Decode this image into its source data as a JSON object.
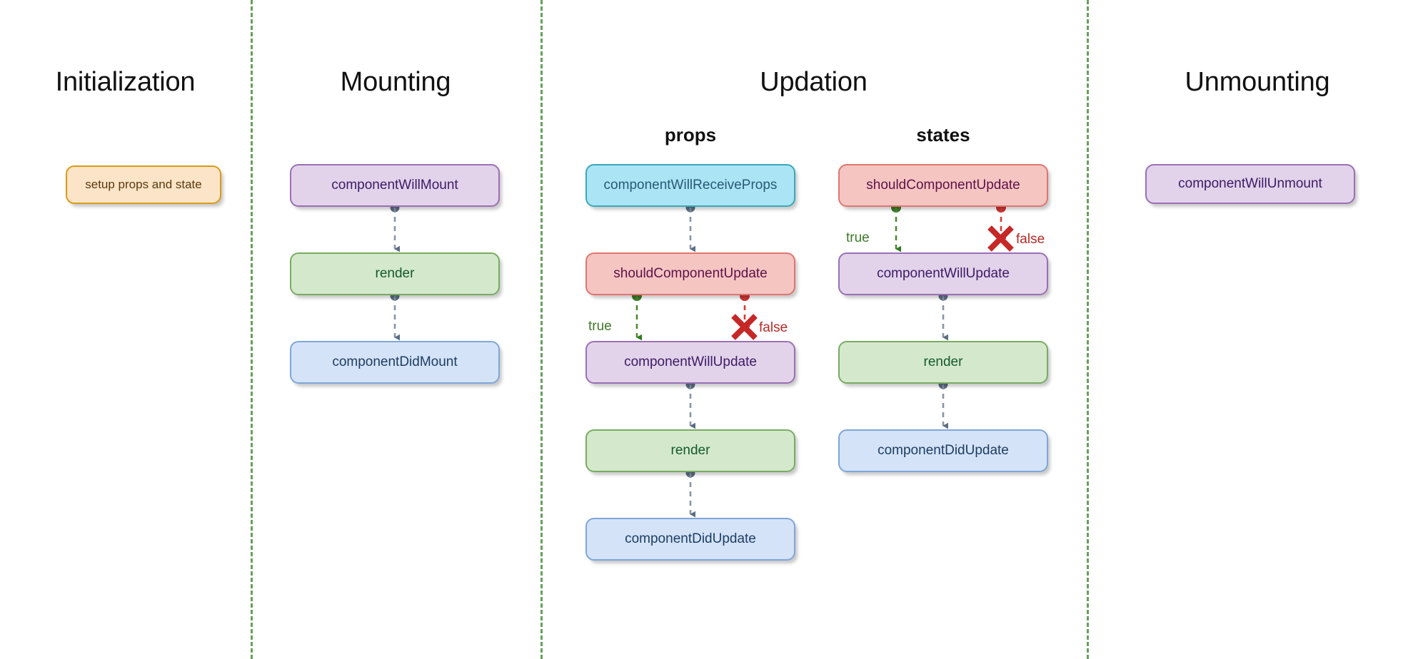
{
  "diagram": {
    "title_semantics": "react-component-lifecycle",
    "background": "#ffffff",
    "divider_color": "#5a9a4e"
  },
  "phases": [
    {
      "id": "initialization",
      "label": "Initialization"
    },
    {
      "id": "mounting",
      "label": "Mounting"
    },
    {
      "id": "updation",
      "label": "Updation"
    },
    {
      "id": "unmounting",
      "label": "Unmounting"
    }
  ],
  "subtitles": [
    {
      "id": "props",
      "label": "props"
    },
    {
      "id": "states",
      "label": "states"
    }
  ],
  "nodes": {
    "init_setup": {
      "label": "setup props and state",
      "color": "#fbe4c8"
    },
    "mount_will": {
      "label": "componentWillMount",
      "color": "#e2d3ea"
    },
    "mount_render": {
      "label": "render",
      "color": "#d4e9cb"
    },
    "mount_did": {
      "label": "componentDidMount",
      "color": "#d4e3f8"
    },
    "props_will_receive": {
      "label": "componentWillReceiveProps",
      "color": "#abe5f5"
    },
    "props_should_update": {
      "label": "shouldComponentUpdate",
      "color": "#f5c5c2"
    },
    "props_will_update": {
      "label": "componentWillUpdate",
      "color": "#e2d3ea"
    },
    "props_render": {
      "label": "render",
      "color": "#d4e9cb"
    },
    "props_did_update": {
      "label": "componentDidUpdate",
      "color": "#d4e3f8"
    },
    "states_should_update": {
      "label": "shouldComponentUpdate",
      "color": "#f5c5c2"
    },
    "states_will_update": {
      "label": "componentWillUpdate",
      "color": "#e2d3ea"
    },
    "states_render": {
      "label": "render",
      "color": "#d4e9cb"
    },
    "states_did_update": {
      "label": "componentDidUpdate",
      "color": "#d4e3f8"
    },
    "unmount_will": {
      "label": "componentWillUnmount",
      "color": "#e2d3ea"
    }
  },
  "branches": {
    "props_true": {
      "label": "true",
      "color": "#3d7a29"
    },
    "props_false": {
      "label": "false",
      "color": "#b72a26"
    },
    "states_true": {
      "label": "true",
      "color": "#3d7a29"
    },
    "states_false": {
      "label": "false",
      "color": "#b72a26"
    }
  }
}
